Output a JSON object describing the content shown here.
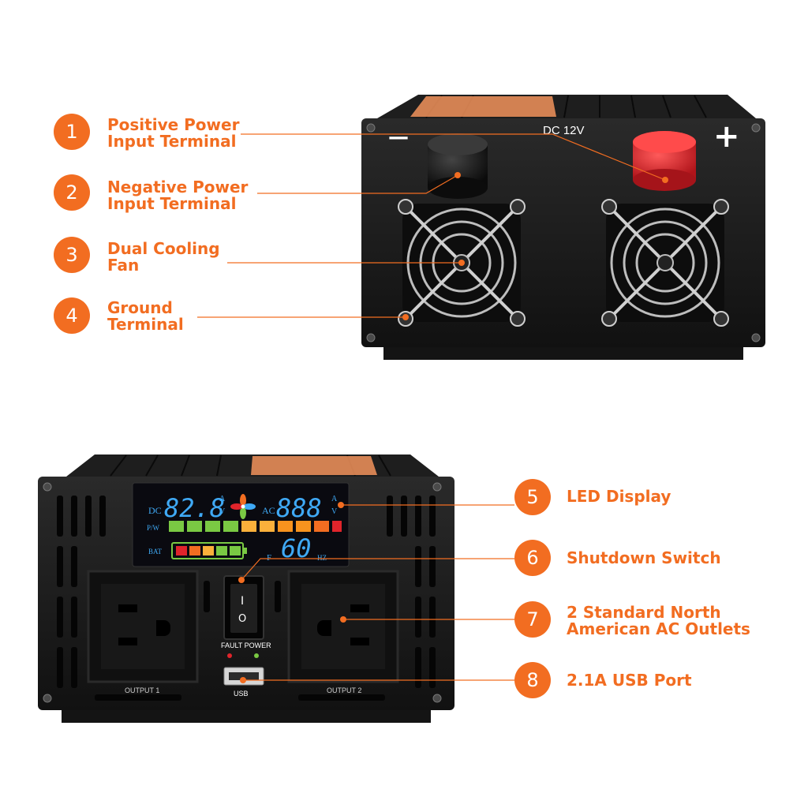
{
  "callouts": [
    {
      "n": "1",
      "line1": "Positive  Power",
      "line2": "Input Terminal"
    },
    {
      "n": "2",
      "line1": "Negative  Power",
      "line2": "Input Terminal"
    },
    {
      "n": "3",
      "line1": "Dual Cooling",
      "line2": "Fan"
    },
    {
      "n": "4",
      "line1": "Ground",
      "line2": "Terminal"
    },
    {
      "n": "5",
      "line1": "LED Display",
      "line2": ""
    },
    {
      "n": "6",
      "line1": "Shutdown Switch",
      "line2": ""
    },
    {
      "n": "7",
      "line1": "2 Standard North",
      "line2": "American AC Outlets"
    },
    {
      "n": "8",
      "line1": "2.1A USB Port",
      "line2": ""
    }
  ],
  "rear_panel": {
    "voltage_label": "DC 12V",
    "minus_symbol": "—",
    "plus_symbol": "+"
  },
  "front_panel": {
    "display": {
      "dc_label": "DC",
      "dc_value": "82.8",
      "dc_units_top": "A",
      "dc_units_bottom": "V",
      "ac_label": "AC",
      "ac_value": "888",
      "ac_units_top": "A",
      "ac_units_bottom": "V",
      "pw_label": "P/W",
      "bat_label": "BAT",
      "freq_value": "60",
      "f_label": "F",
      "hz_label": "HZ"
    },
    "switch_on_symbol": "I",
    "switch_off_symbol": "O",
    "fault_power_label": "FAULT POWER",
    "usb_label": "USB",
    "outlet1_label": "OUTPUT 1",
    "outlet2_label": "OUTPUT 2"
  },
  "colors": {
    "accent": "#f26d21",
    "casing": "#1c1c1c",
    "panel": "#141414",
    "lcd_blue": "#3fa9f5",
    "terminal_red": "#e0242b"
  }
}
